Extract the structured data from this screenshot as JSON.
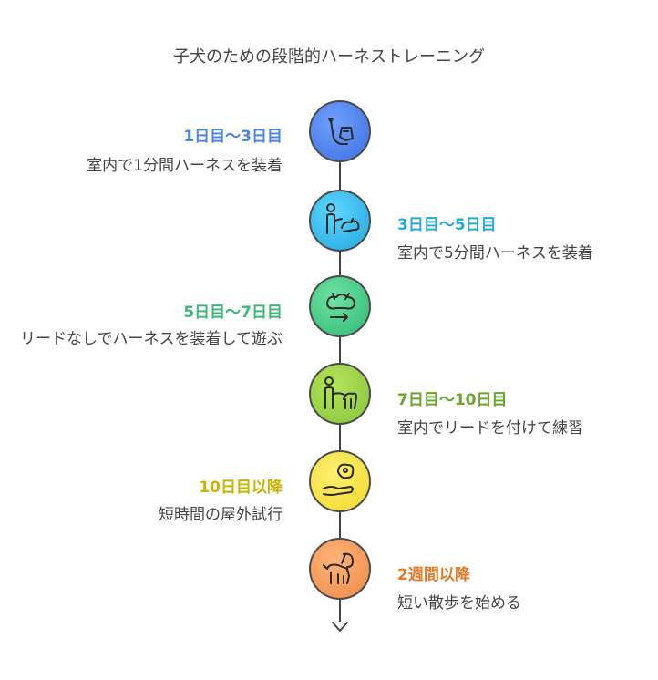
{
  "title": "子犬のための段階的ハーネストレーニング",
  "stages": [
    {
      "label": "1日目〜3日目",
      "desc": "室内で1分間ハーネスを装着",
      "color": "#4a86e8",
      "icon": "pointing-hand-icon"
    },
    {
      "label": "3日目〜5日目",
      "desc": "室内で5分間ハーネスを装着",
      "color": "#2ba9d6",
      "icon": "person-with-dog-icon"
    },
    {
      "label": "5日目〜7日目",
      "desc": "リードなしでハーネスを装着して遊ぶ",
      "color": "#3cb878",
      "icon": "playing-dog-icon"
    },
    {
      "label": "7日目〜10日目",
      "desc": "室内でリードを付けて練習",
      "color": "#6aa52d",
      "icon": "leash-walk-icon"
    },
    {
      "label": "10日目以降",
      "desc": "短時間の屋外試行",
      "color": "#c9b400",
      "icon": "hand-and-dog-icon"
    },
    {
      "label": "2週間以降",
      "desc": "短い散歩を始める",
      "color": "#e07b2a",
      "icon": "puppy-icon"
    }
  ]
}
